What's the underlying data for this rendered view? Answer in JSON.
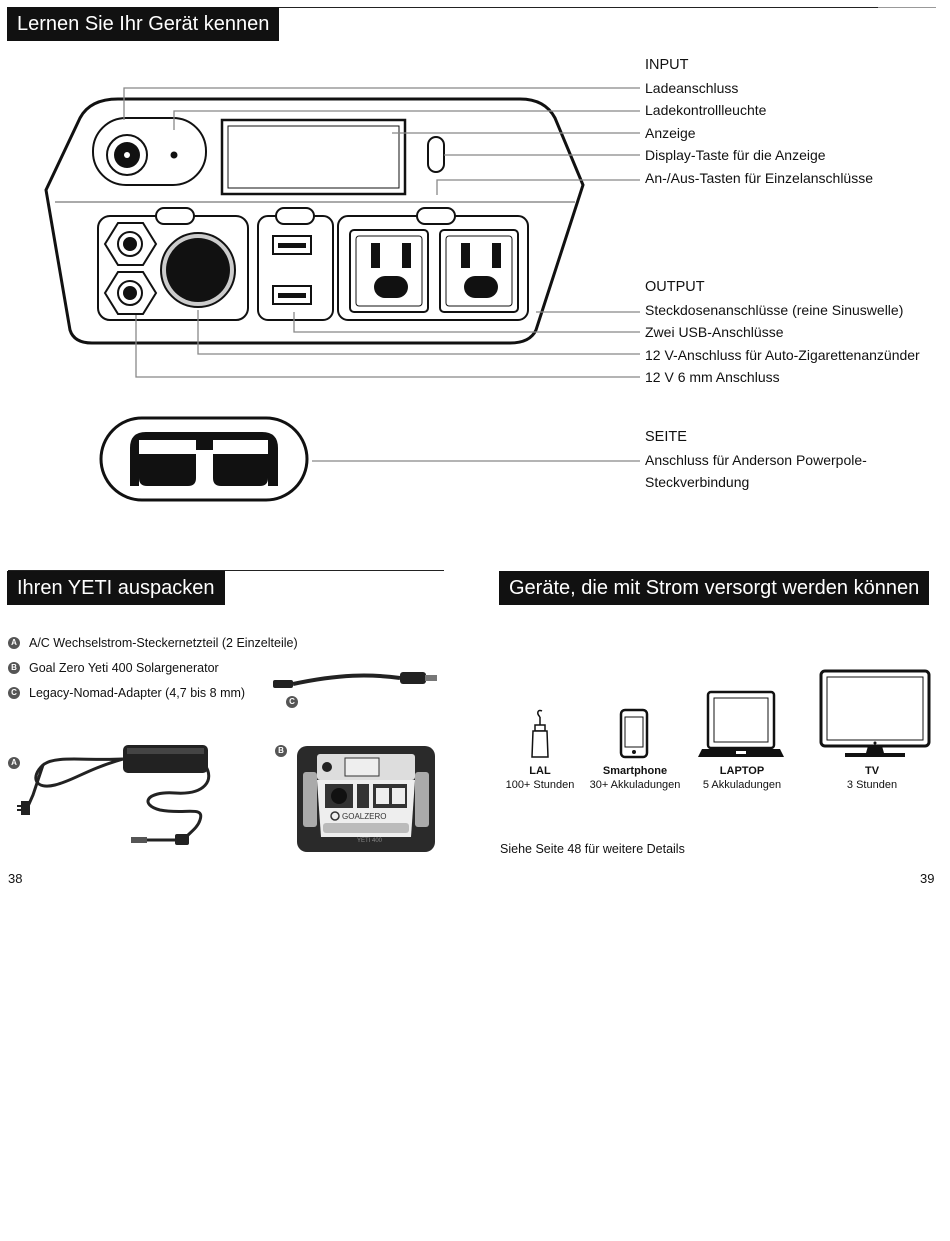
{
  "section_know": {
    "title": "Lernen Sie Ihr Gerät kennen",
    "input_heading": "INPUT",
    "input_items": [
      "Ladeanschluss",
      "Ladekontrollleuchte",
      "Anzeige",
      "Display-Taste für die Anzeige",
      "An-/Aus-Tasten für Einzelanschlüsse"
    ],
    "output_heading": "OUTPUT",
    "output_items": [
      "Steckdosenanschlüsse (reine Sinuswelle)",
      "Zwei USB-Anschlüsse",
      "12 V-Anschluss für Auto-Zigarettenanzünder",
      "12 V 6 mm Anschluss"
    ],
    "side_heading": "SEITE",
    "side_lines": [
      "Anschluss für Anderson Powerpole-",
      "Steckverbindung"
    ]
  },
  "section_unpack": {
    "title": "Ihren YETI auspacken",
    "items": [
      {
        "badge": "A",
        "text": "A/C Wechselstrom-Steckernetzteil (2 Einzelteile)"
      },
      {
        "badge": "B",
        "text": "Goal Zero Yeti 400 Solargenerator"
      },
      {
        "badge": "C",
        "text": "Legacy-Nomad-Adapter (4,7 bis 8 mm)"
      }
    ],
    "photo_badges": {
      "a": "A",
      "b": "B",
      "c": "C"
    },
    "brand_text": "GOALZERO",
    "model_text": "YETI 400"
  },
  "section_devices": {
    "title": "Geräte, die mit Strom versorgt werden können",
    "devices": [
      {
        "name": "LAL",
        "sub": "100+ Stunden",
        "icon": "lamp-icon"
      },
      {
        "name": "Smartphone",
        "sub": "30+ Akkuladungen",
        "icon": "smartphone-icon"
      },
      {
        "name": "LAPTOP",
        "sub": "5 Akkuladungen",
        "icon": "laptop-icon"
      },
      {
        "name": "TV",
        "sub": "3 Stunden",
        "icon": "tv-icon"
      }
    ],
    "note": "Siehe Seite 48 für weitere Details"
  },
  "page_numbers": {
    "left": "38",
    "right": "39"
  }
}
